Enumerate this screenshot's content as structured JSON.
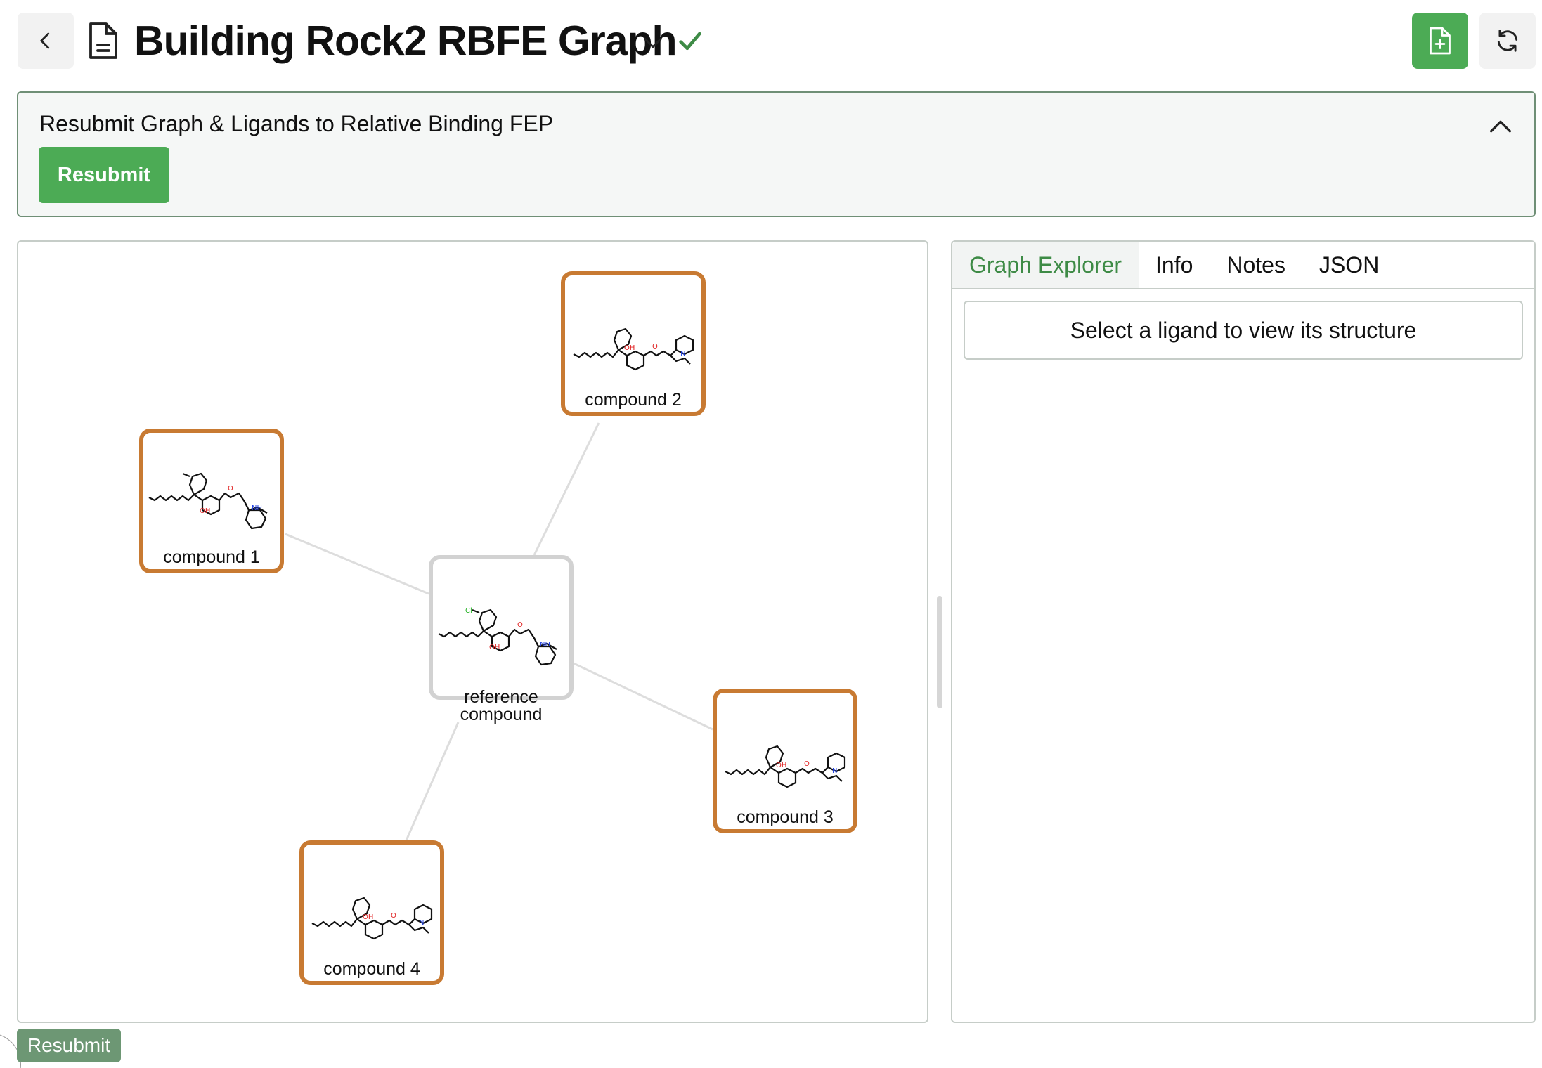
{
  "header": {
    "title": "Building Rock2 RBFE Graph",
    "icons": {
      "back": "chevron-left-icon",
      "document": "document-icon",
      "title_menu": "chevron-down-icon",
      "status": "check-icon",
      "new_document": "file-plus-icon",
      "refresh": "refresh-icon"
    },
    "status_color": "#3e8b46"
  },
  "resubmit_panel": {
    "title": "Resubmit Graph & Ligands to Relative Binding FEP",
    "button_label": "Resubmit",
    "collapse_icon": "chevron-up-icon"
  },
  "graph": {
    "nodes": [
      {
        "id": "compound-2",
        "label": "compound 2",
        "kind": "compound"
      },
      {
        "id": "compound-1",
        "label": "compound 1",
        "kind": "compound"
      },
      {
        "id": "reference",
        "label": "reference compound",
        "kind": "reference"
      },
      {
        "id": "compound-3",
        "label": "compound 3",
        "kind": "compound"
      },
      {
        "id": "compound-4",
        "label": "compound 4",
        "kind": "compound"
      }
    ],
    "edges": [
      [
        "reference",
        "compound-2"
      ],
      [
        "reference",
        "compound-1"
      ],
      [
        "reference",
        "compound-3"
      ],
      [
        "reference",
        "compound-4"
      ]
    ],
    "colors": {
      "compound_border": "#c87a32",
      "reference_border": "#d2d2d2",
      "edge": "#dddddd"
    }
  },
  "side_panel": {
    "tabs": [
      {
        "label": "Graph Explorer",
        "active": true
      },
      {
        "label": "Info",
        "active": false
      },
      {
        "label": "Notes",
        "active": false
      },
      {
        "label": "JSON",
        "active": false
      }
    ],
    "empty_message": "Select a ligand to view its structure"
  },
  "footer": {
    "resubmit_label": "Resubmit"
  },
  "colors": {
    "accent": "#4cab55",
    "panel_border": "#6f8f76"
  }
}
